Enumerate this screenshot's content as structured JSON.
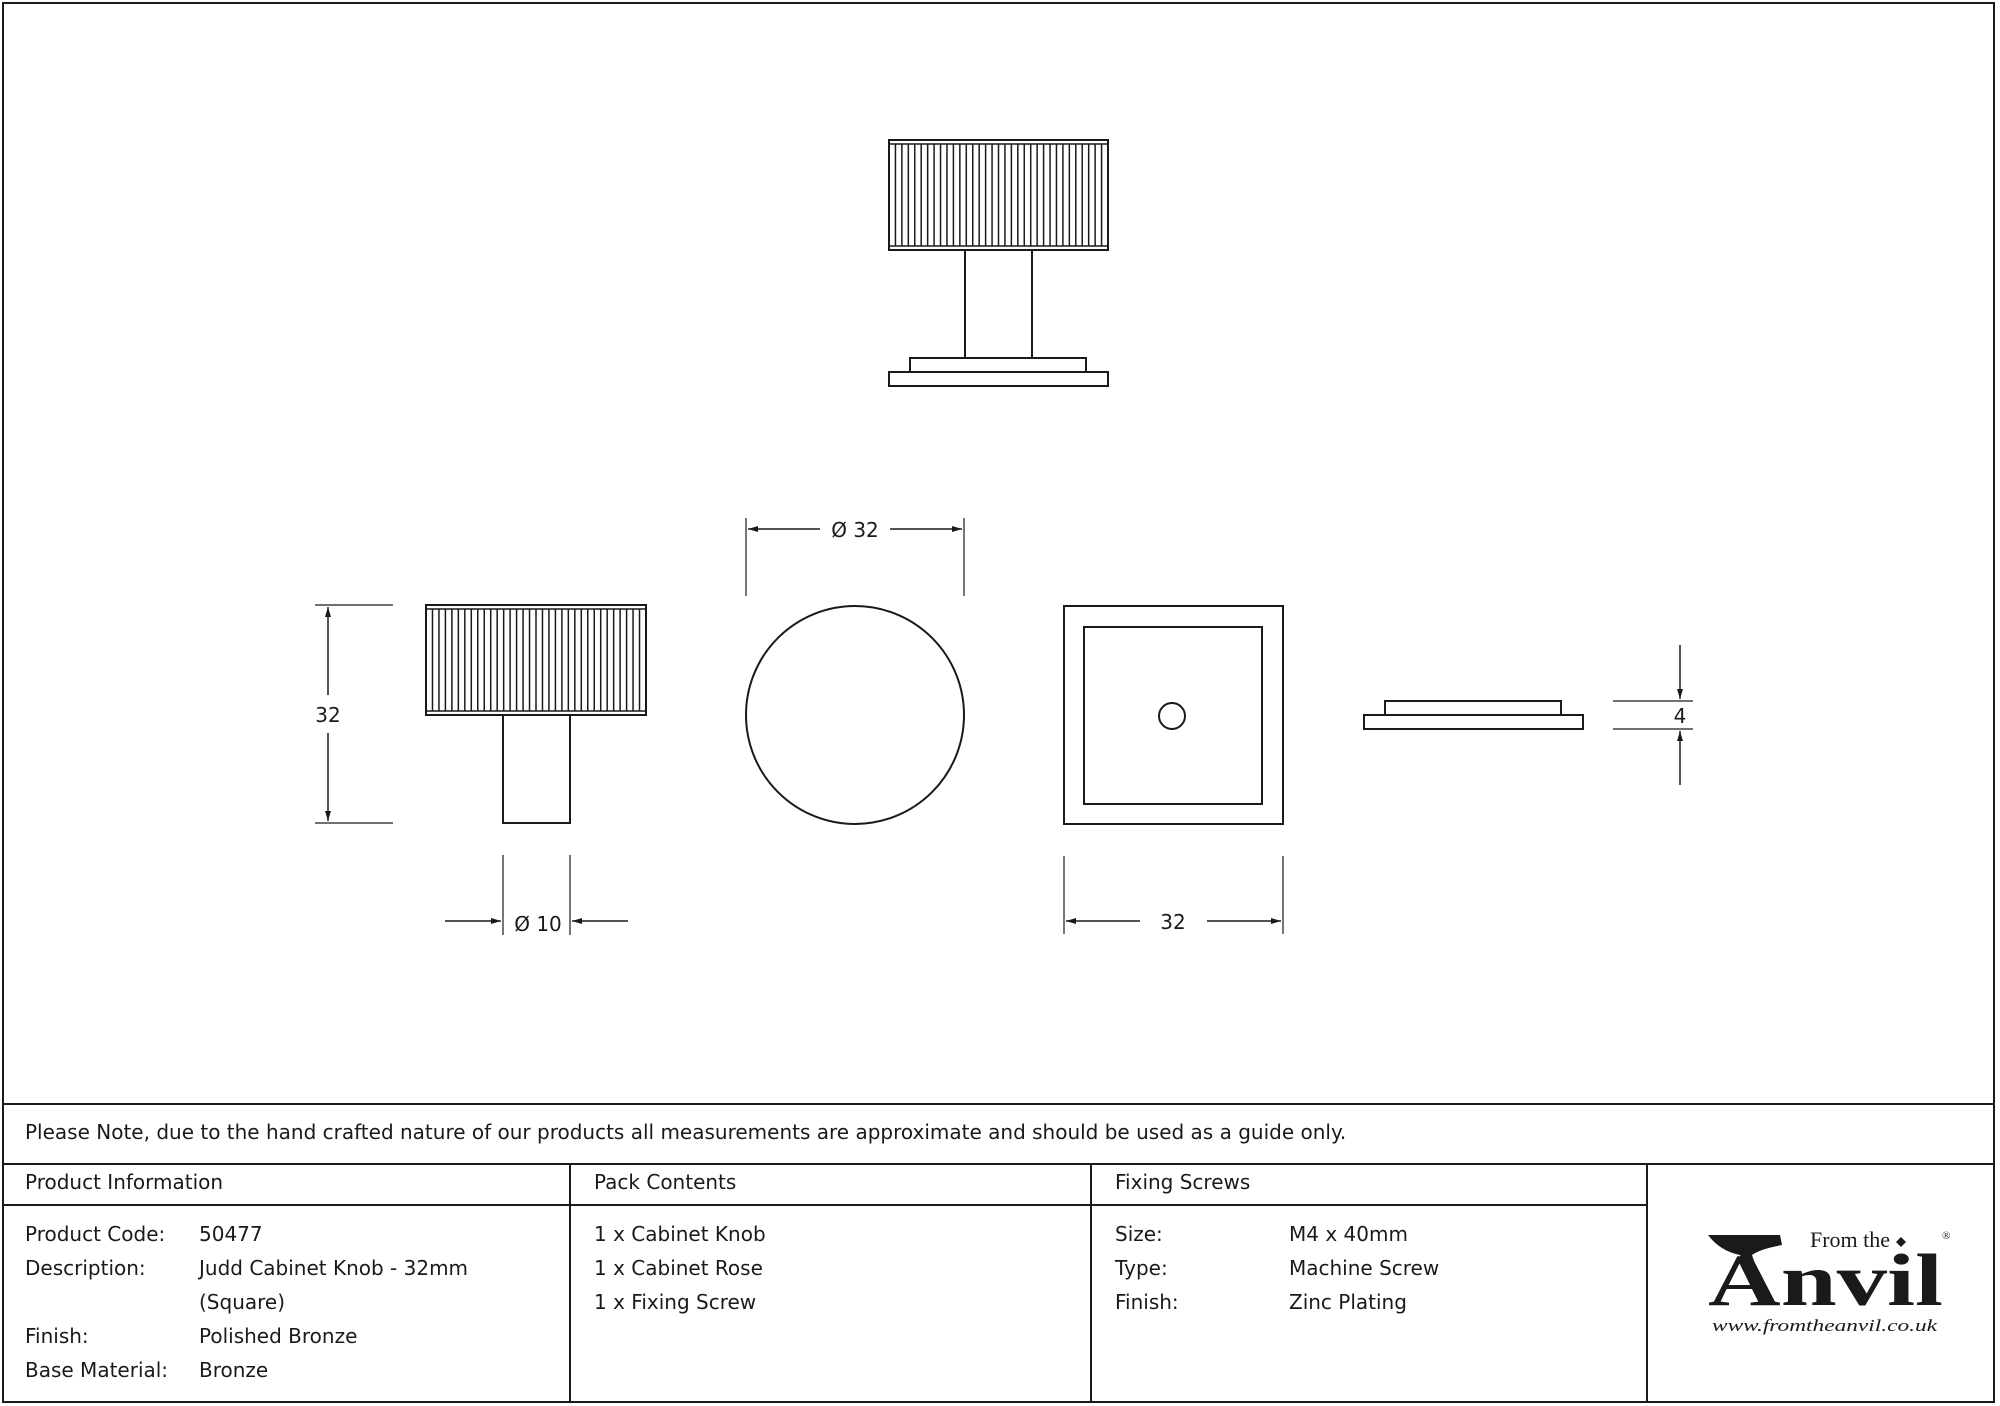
{
  "dimensions": {
    "height": "32",
    "stem_diameter": "Ø 10",
    "knob_diameter": "Ø 32",
    "rose_width": "32",
    "rose_thickness": "4"
  },
  "note": "Please Note, due to the hand crafted nature of our products all measurements are approximate and should be used as a guide only.",
  "product_info": {
    "header": "Product Information",
    "rows": [
      {
        "label": "Product Code:",
        "value": "50477"
      },
      {
        "label": "Description:",
        "value": "Judd Cabinet Knob - 32mm"
      },
      {
        "label": "",
        "value": "(Square)"
      },
      {
        "label": "Finish:",
        "value": "Polished Bronze"
      },
      {
        "label": "Base Material:",
        "value": "Bronze"
      }
    ]
  },
  "pack_contents": {
    "header": "Pack Contents",
    "items": [
      "1 x Cabinet Knob",
      "1 x Cabinet Rose",
      "1 x Fixing Screw"
    ]
  },
  "fixing_screws": {
    "header": "Fixing Screws",
    "rows": [
      {
        "label": "Size:",
        "value": "M4 x 40mm"
      },
      {
        "label": "Type:",
        "value": "Machine Screw"
      },
      {
        "label": "Finish:",
        "value": "Zinc Plating"
      }
    ]
  },
  "logo": {
    "from_the": "From the",
    "anvil": "Anvil",
    "registered": "®",
    "url": "www.fromtheanvil.co.uk"
  }
}
